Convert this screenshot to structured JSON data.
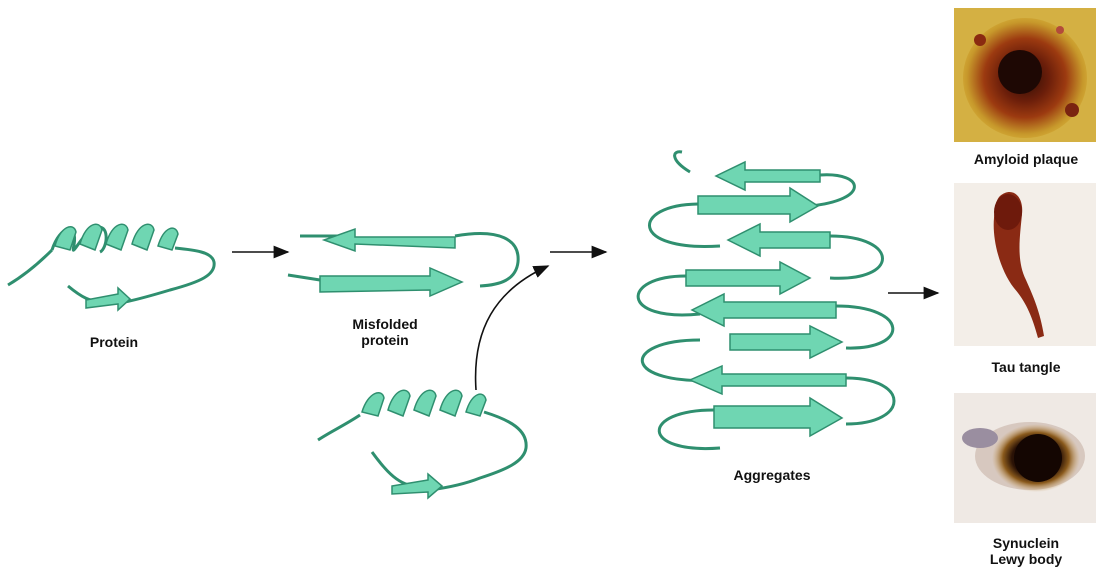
{
  "labels": {
    "protein": "Protein",
    "misfolded_line1": "Misfolded",
    "misfolded_line2": "protein",
    "aggregates": "Aggregates",
    "amyloid_plaque": "Amyloid plaque",
    "tau_tangle": "Tau tangle",
    "synuclein_line1": "Synuclein",
    "synuclein_line2": "Lewy body"
  },
  "colors": {
    "ribbon_fill": "#6fd6b2",
    "ribbon_stroke": "#2f8f6f",
    "arrow": "#111111"
  }
}
